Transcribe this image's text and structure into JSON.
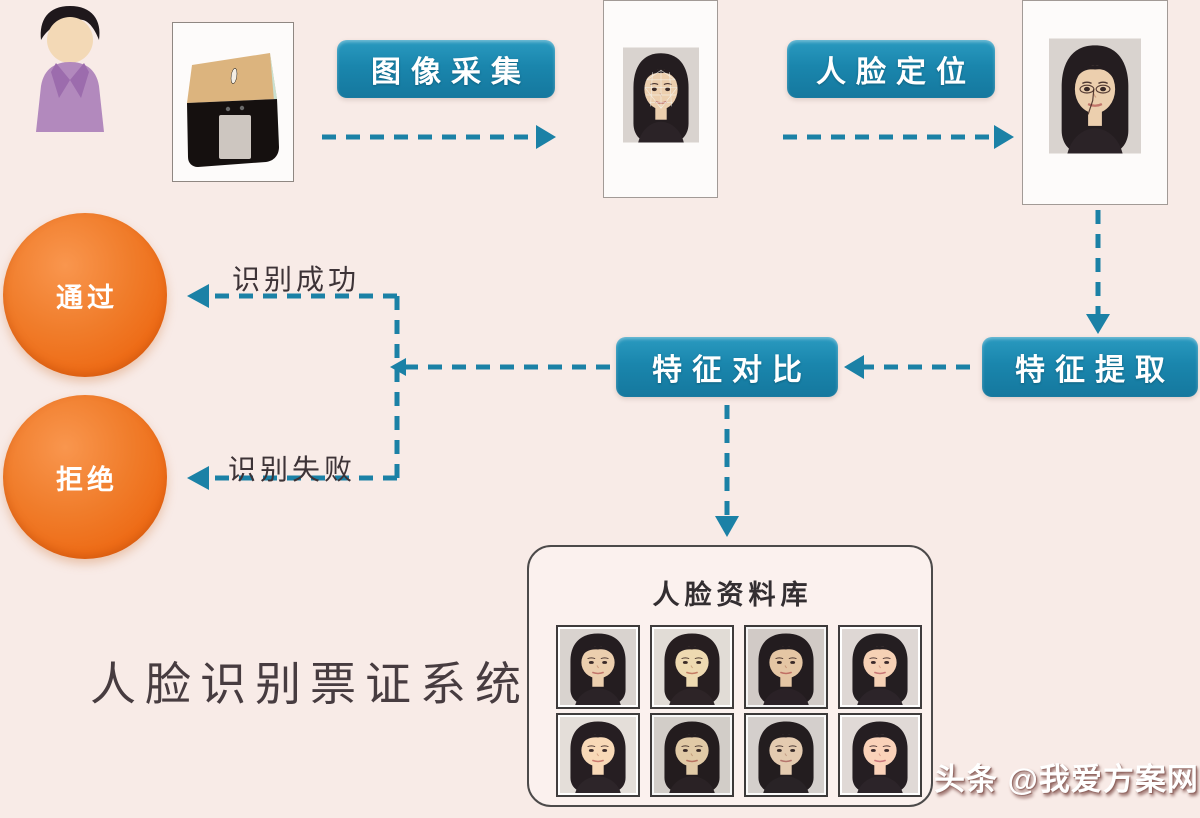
{
  "diagram": {
    "title": "人脸识别票证系统",
    "watermark": "头条 @我爱方案网",
    "steps": {
      "image_capture": "图像采集",
      "face_location": "人脸定位",
      "feature_extraction": "特征提取",
      "feature_comparison": "特征对比"
    },
    "branches": {
      "success": "识别成功",
      "failure": "识别失败"
    },
    "results": {
      "pass": "通过",
      "reject": "拒绝"
    },
    "database": {
      "title": "人脸资料库",
      "photo_count": 8
    },
    "colors": {
      "background": "#f8ebe7",
      "step_button": "#1a86ad",
      "result_circle": "#ee6c17",
      "connector": "#1b81a6"
    }
  }
}
